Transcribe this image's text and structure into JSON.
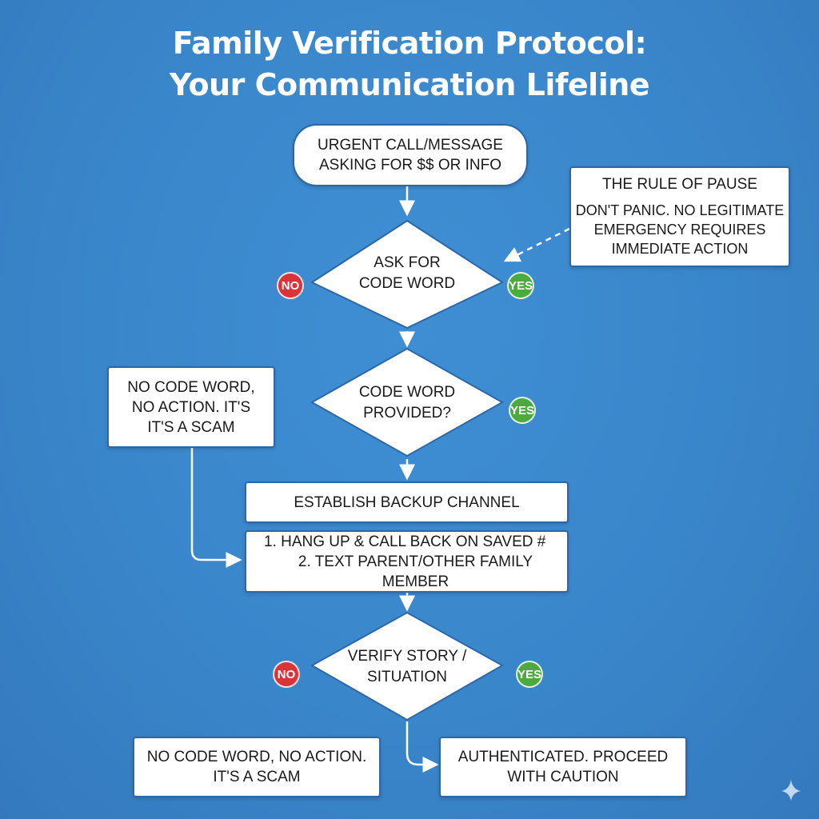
{
  "title": {
    "line1": "Family Verification Protocol:",
    "line2": "Your Communication Lifeline"
  },
  "start": {
    "line1": "URGENT CALL/MESSAGE",
    "line2": "ASKING FOR $$ OR INFO"
  },
  "rule_of_pause": {
    "heading": "THE RULE OF PAUSE",
    "line1": "DON'T PANIC. NO LEGITIMATE",
    "line2": "EMERGENCY REQUIRES",
    "line3": "IMMEDIATE ACTION"
  },
  "decision_ask": {
    "line1": "ASK FOR",
    "line2": "CODE WORD",
    "no_label": "NO",
    "yes_label": "YES"
  },
  "decision_provided": {
    "line1": "CODE WORD",
    "line2": "PROVIDED?",
    "yes_label": "YES"
  },
  "scam_note_top": {
    "line1": "NO CODE WORD,",
    "line2": "NO ACTION. IT'S",
    "line3": "IT'S A SCAM"
  },
  "backup_channel": {
    "label": "ESTABLISH BACKUP CHANNEL"
  },
  "backup_steps": {
    "step1": "1. HANG UP & CALL BACK ON SAVED #",
    "step2": "2. TEXT PARENT/OTHER FAMILY MEMBER"
  },
  "decision_verify": {
    "line1": "VERIFY STORY /",
    "line2": "SITUATION",
    "no_label": "NO",
    "yes_label": "YES"
  },
  "scam_note_bottom": {
    "line1": "NO CODE WORD, NO ACTION.",
    "line2": "IT'S A SCAM"
  },
  "authenticated": {
    "line1": "AUTHENTICATED. PROCEED",
    "line2": "WITH CAUTION"
  },
  "colors": {
    "background": "#3a86cb",
    "no_badge": "#d9343a",
    "yes_badge": "#4caa3e",
    "box_border": "#2c68a8"
  }
}
